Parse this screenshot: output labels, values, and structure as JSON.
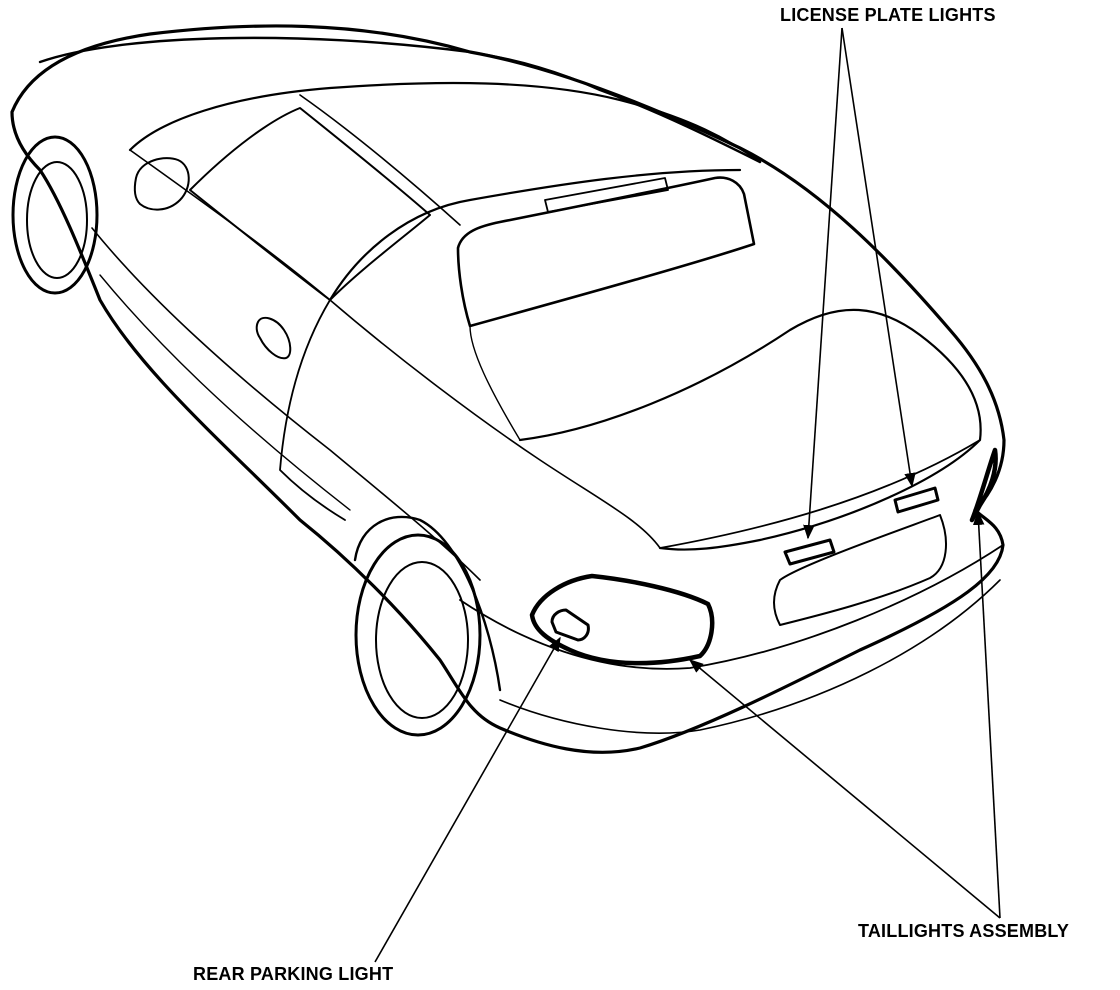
{
  "diagram": {
    "labels": {
      "license_plate_lights": "LICENSE PLATE LIGHTS",
      "taillights_assembly": "TAILLIGHTS ASSEMBLY",
      "rear_parking_light": "REAR PARKING LIGHT"
    },
    "colors": {
      "ink": "#000000",
      "paper": "#ffffff"
    }
  }
}
